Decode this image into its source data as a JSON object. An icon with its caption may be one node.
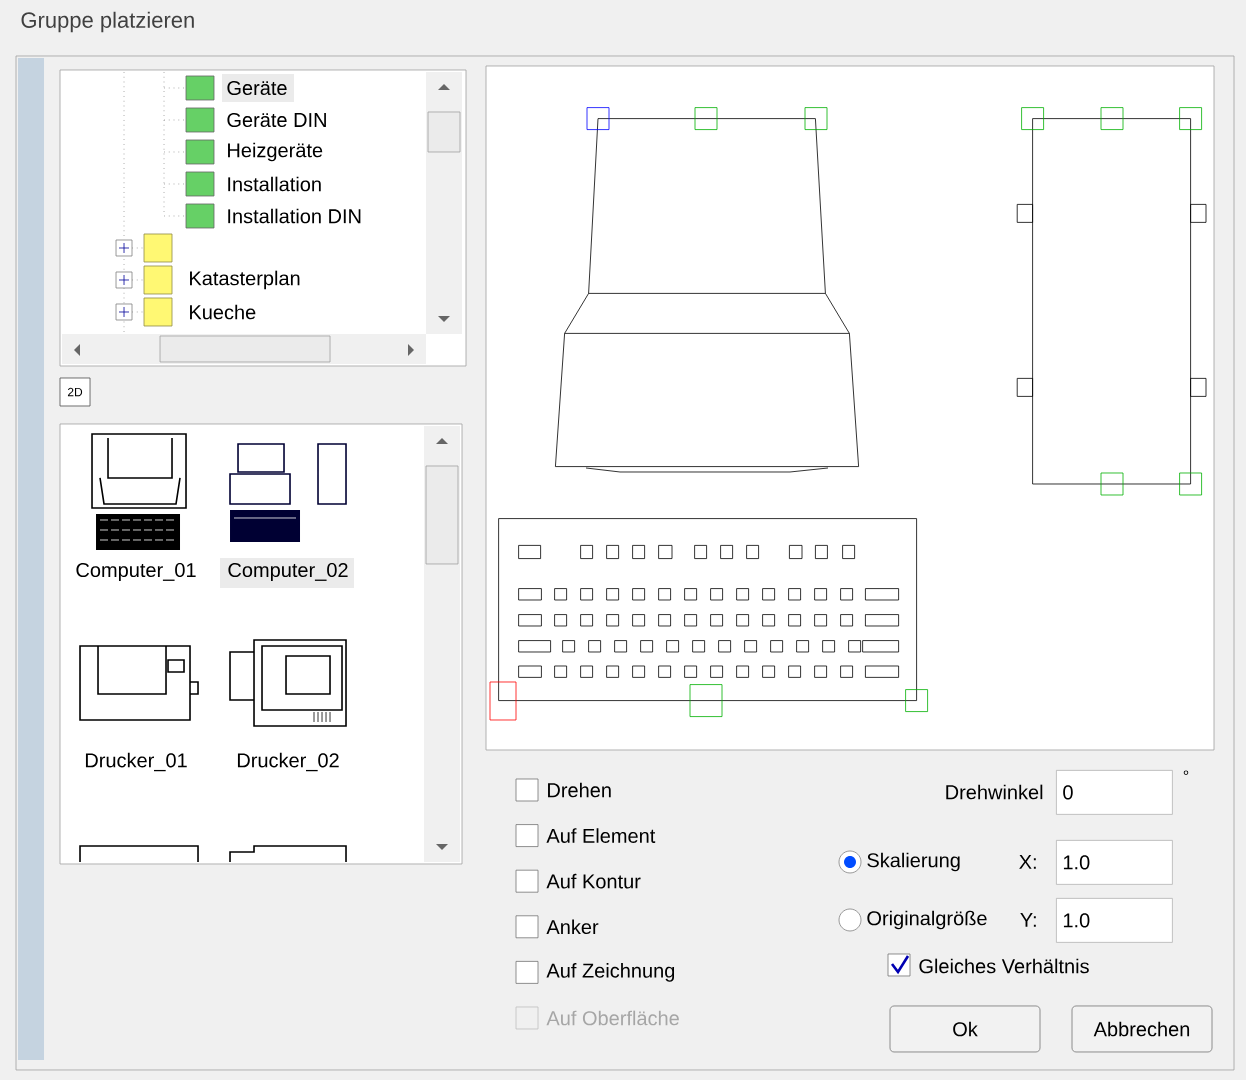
{
  "diagram": {
    "title": "Gruppe platzieren",
    "nodes": [
      {
        "text": [
          "0"
        ]
      },
      {
        "text": [
          "1.0"
        ]
      },
      {
        "text": [
          "1.0"
        ]
      },
      {
        "text": [
          "Ok"
        ]
      },
      {
        "text": [
          "Abbrechen"
        ]
      }
    ],
    "labels": [
      "Geräte",
      "Geräte DIN",
      "Heizgeräte",
      "Installation",
      "Installation DIN",
      "Katasterplan",
      "Kueche",
      "2D",
      "Computer_01",
      "Computer_02",
      "Drucker_01",
      "Drucker_02",
      "Drehen",
      "Auf Element",
      "Auf Kontur",
      "Anker",
      "Auf Zeichnung",
      "Auf Oberfläche",
      "Drehwinkel",
      "°",
      "Skalierung",
      "X:",
      "Originalgröße",
      "Y:",
      "Gleiches Verhältnis"
    ]
  }
}
